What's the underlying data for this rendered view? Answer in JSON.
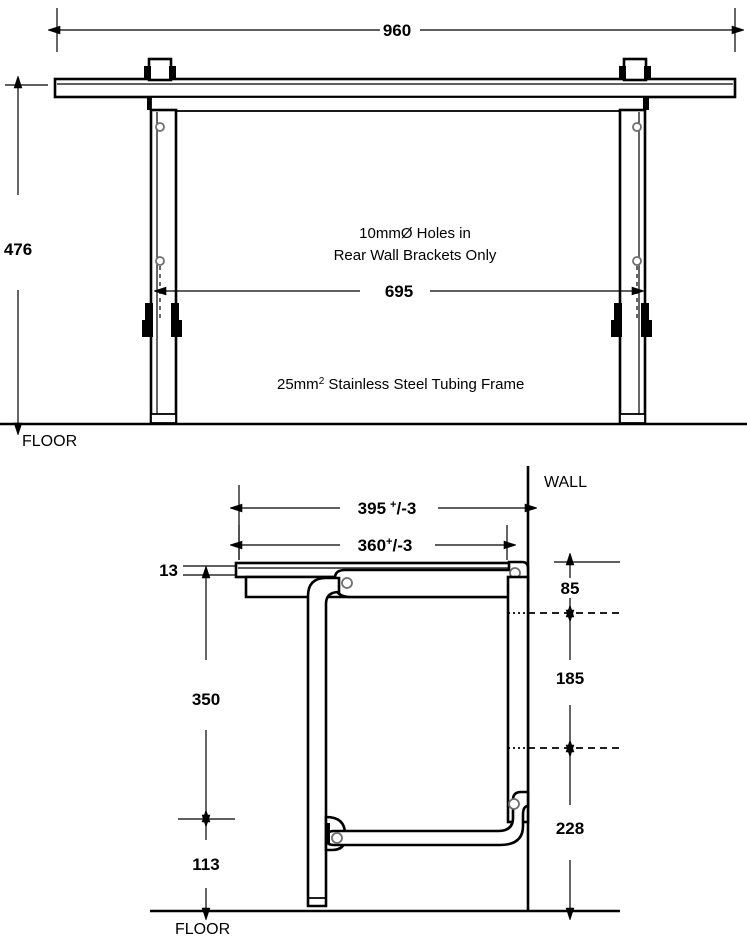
{
  "drawing": {
    "title": "Wall mounted folding table technical drawing",
    "units": "mm",
    "stroke_color": "#000000",
    "background_color": "#ffffff"
  },
  "front_view": {
    "name": "front-elevation",
    "dimensions": {
      "overall_width": "960",
      "overall_height": "476",
      "bracket_hole_spacing": "695"
    },
    "notes": {
      "hole_note_line1": "10mmØ Holes in",
      "hole_note_line2": "Rear Wall Brackets Only",
      "frame_note_prefix": "25mm",
      "frame_note_sup": "2",
      "frame_note_suffix": " Stainless Steel Tubing Frame"
    },
    "labels": {
      "floor": "FLOOR"
    }
  },
  "side_view": {
    "name": "side-elevation",
    "dimensions": {
      "depth_overall_value": "395",
      "depth_overall_tol_sup": "+",
      "depth_overall_tol_sub": "/-3",
      "depth_top_value": "360",
      "depth_top_tol_sup": "+",
      "depth_top_tol_sub": "/-3",
      "top_thickness": "13",
      "top_height_above_step": "350",
      "step_height": "113",
      "wall_top_to_first": "85",
      "wall_first_to_second": "185",
      "wall_second_to_floor": "228"
    },
    "labels": {
      "wall": "WALL",
      "floor": "FLOOR"
    }
  }
}
